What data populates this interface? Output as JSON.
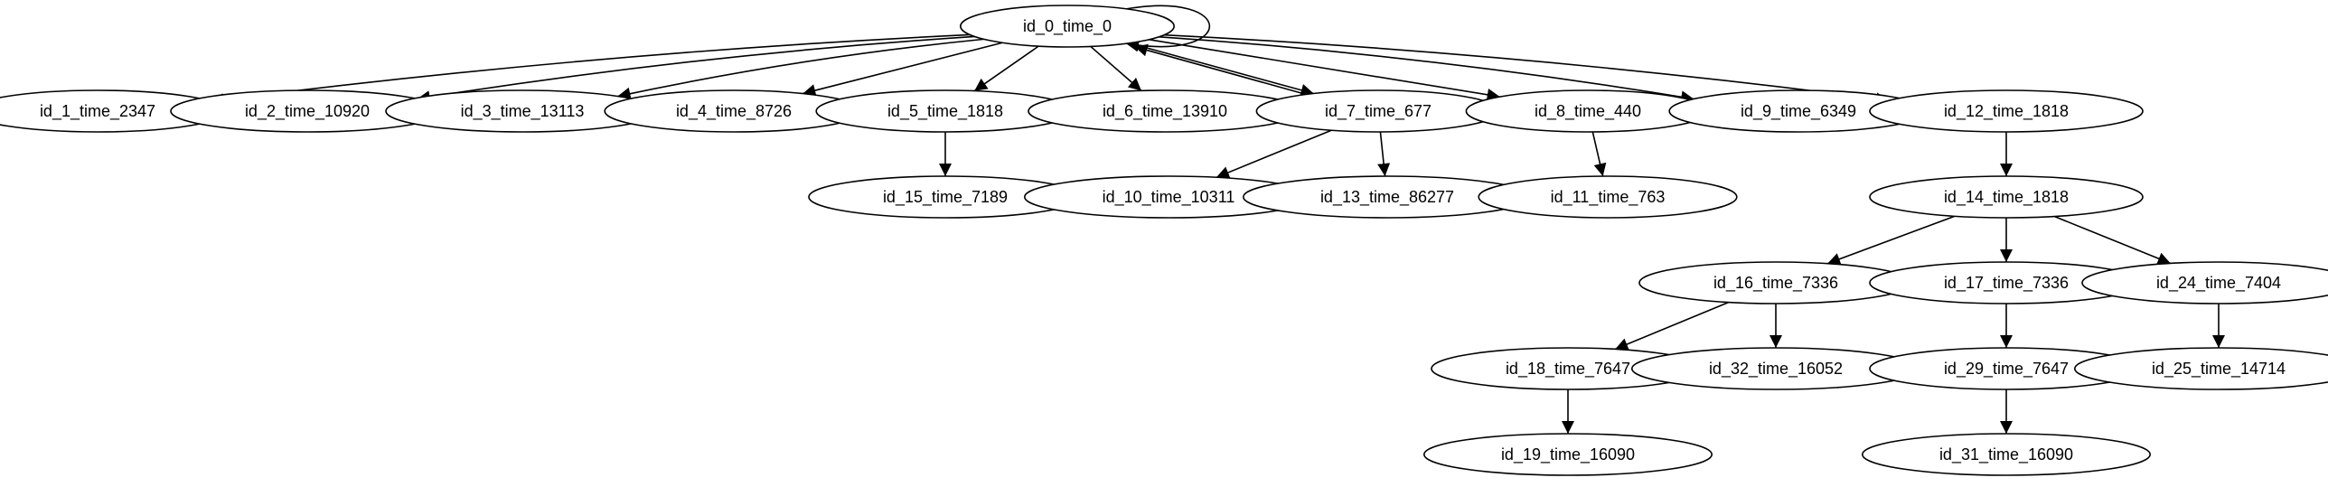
{
  "nodes": [
    {
      "id": "n0",
      "label": "id_0_time_0"
    },
    {
      "id": "n1",
      "label": "id_1_time_2347"
    },
    {
      "id": "n2",
      "label": "id_2_time_10920"
    },
    {
      "id": "n3",
      "label": "id_3_time_13113"
    },
    {
      "id": "n4",
      "label": "id_4_time_8726"
    },
    {
      "id": "n5",
      "label": "id_5_time_1818"
    },
    {
      "id": "n6",
      "label": "id_6_time_13910"
    },
    {
      "id": "n7",
      "label": "id_7_time_677"
    },
    {
      "id": "n8",
      "label": "id_8_time_440"
    },
    {
      "id": "n9",
      "label": "id_9_time_6349"
    },
    {
      "id": "n12",
      "label": "id_12_time_1818"
    },
    {
      "id": "n15",
      "label": "id_15_time_7189"
    },
    {
      "id": "n10",
      "label": "id_10_time_10311"
    },
    {
      "id": "n13",
      "label": "id_13_time_86277"
    },
    {
      "id": "n11",
      "label": "id_11_time_763"
    },
    {
      "id": "n14",
      "label": "id_14_time_1818"
    },
    {
      "id": "n16",
      "label": "id_16_time_7336"
    },
    {
      "id": "n17",
      "label": "id_17_time_7336"
    },
    {
      "id": "n24",
      "label": "id_24_time_7404"
    },
    {
      "id": "n18",
      "label": "id_18_time_7647"
    },
    {
      "id": "n32",
      "label": "id_32_time_16052"
    },
    {
      "id": "n29",
      "label": "id_29_time_7647"
    },
    {
      "id": "n25",
      "label": "id_25_time_14714"
    },
    {
      "id": "n19",
      "label": "id_19_time_16090"
    },
    {
      "id": "n31",
      "label": "id_31_time_16090"
    }
  ],
  "edges": [
    {
      "from": "n0",
      "to": "n0"
    },
    {
      "from": "n0",
      "to": "n1"
    },
    {
      "from": "n0",
      "to": "n2"
    },
    {
      "from": "n0",
      "to": "n3"
    },
    {
      "from": "n0",
      "to": "n4"
    },
    {
      "from": "n0",
      "to": "n5"
    },
    {
      "from": "n0",
      "to": "n6"
    },
    {
      "from": "n0",
      "to": "n7"
    },
    {
      "from": "n0",
      "to": "n8"
    },
    {
      "from": "n0",
      "to": "n9"
    },
    {
      "from": "n0",
      "to": "n12"
    },
    {
      "from": "n5",
      "to": "n15"
    },
    {
      "from": "n7",
      "to": "n0"
    },
    {
      "from": "n7",
      "to": "n10"
    },
    {
      "from": "n7",
      "to": "n13"
    },
    {
      "from": "n8",
      "to": "n11"
    },
    {
      "from": "n12",
      "to": "n14"
    },
    {
      "from": "n14",
      "to": "n16"
    },
    {
      "from": "n14",
      "to": "n17"
    },
    {
      "from": "n14",
      "to": "n24"
    },
    {
      "from": "n16",
      "to": "n18"
    },
    {
      "from": "n16",
      "to": "n32"
    },
    {
      "from": "n17",
      "to": "n29"
    },
    {
      "from": "n24",
      "to": "n25"
    },
    {
      "from": "n18",
      "to": "n19"
    },
    {
      "from": "n29",
      "to": "n31"
    }
  ]
}
